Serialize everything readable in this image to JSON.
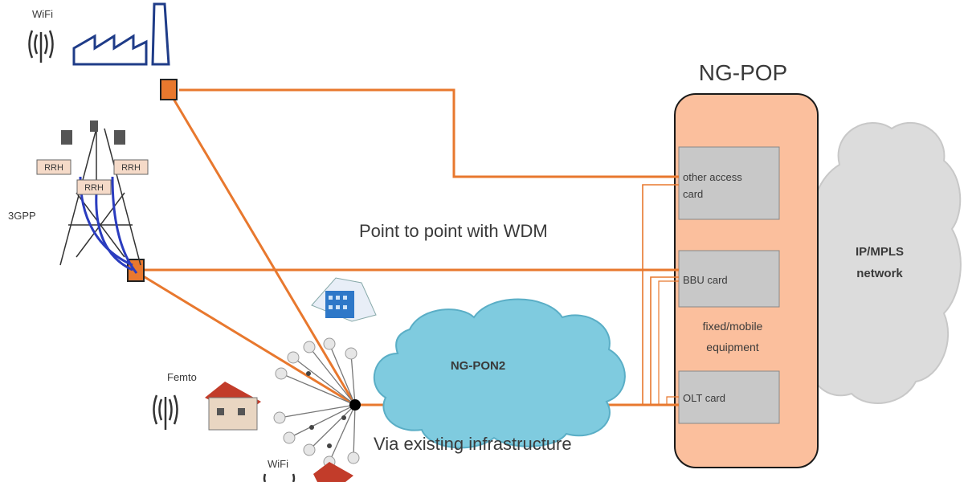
{
  "labels": {
    "wifi_top": "WiFi",
    "gpp": "3GPP",
    "rrh": [
      "RRH",
      "RRH",
      "RRH"
    ],
    "femto": "Femto",
    "wifi_bottom": "WiFi",
    "p2p_wdm": "Point to point with WDM",
    "via_existing": "Via existing infrastructure",
    "ngpon2": "NG-PON2",
    "ngpop": "NG-POP",
    "other_access_card": [
      "other access",
      "card"
    ],
    "bbu_card": "BBU card",
    "fixed_mobile": [
      "fixed/mobile",
      "equipment"
    ],
    "olt_card": "OLT card",
    "ipmpls": [
      "IP/MPLS",
      "network"
    ]
  },
  "colors": {
    "fiber": "#e8782e",
    "pop_fill": "#fbbf9d",
    "card_fill": "#c8c8c8",
    "ngpon_cloud": "#7fcbdf",
    "ip_cloud": "#dcdcdc",
    "icon_blue": "#1f3c88"
  }
}
